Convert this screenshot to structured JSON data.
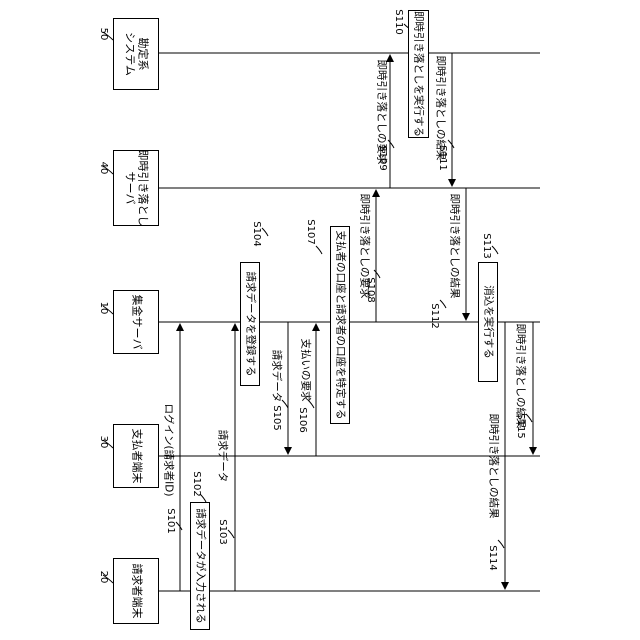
{
  "entities": {
    "e50": {
      "ref": "50",
      "label_line1": "勘定系",
      "label_line2": "システム"
    },
    "e40": {
      "ref": "40",
      "label_line1": "即時引き落とし",
      "label_line2": "サーバ"
    },
    "e10": {
      "ref": "10",
      "label": "集金サーバ"
    },
    "e30": {
      "ref": "30",
      "label": "支払者端末"
    },
    "e20": {
      "ref": "20",
      "label": "請求者端末"
    }
  },
  "processes": {
    "p110": {
      "label": "即時引き落としを実行する",
      "step": "S110"
    },
    "p104": {
      "label": "請求データを登録する",
      "step": "S104"
    },
    "p107": {
      "label": "支払者の口座と請求者の口座を特定する",
      "step": "S107"
    },
    "p113": {
      "label": "消込を実行する",
      "step": "S113"
    },
    "p102": {
      "label": "請求データが入力される",
      "step": "S102"
    }
  },
  "messages": {
    "m101": {
      "label": "ログイン(請求者ID)",
      "step": "S101"
    },
    "m103": {
      "label": "請求データ",
      "step": "S103"
    },
    "m105": {
      "label": "請求データ",
      "step": "S105"
    },
    "m106": {
      "label": "支払いの要求",
      "step": "S106"
    },
    "m108": {
      "label": "即時引き落としの要求",
      "step": "S108"
    },
    "m109": {
      "label": "即時引き落としの要求",
      "step": "S109"
    },
    "m111": {
      "label": "即時引き落としの結果",
      "step": "S111"
    },
    "m112": {
      "label": "即時引き落としの結果",
      "step": "S112"
    },
    "m114": {
      "label": "即時引き落としの結果",
      "step": "S114"
    },
    "m115": {
      "label": "即時引き落としの結果",
      "step": "S115"
    }
  }
}
